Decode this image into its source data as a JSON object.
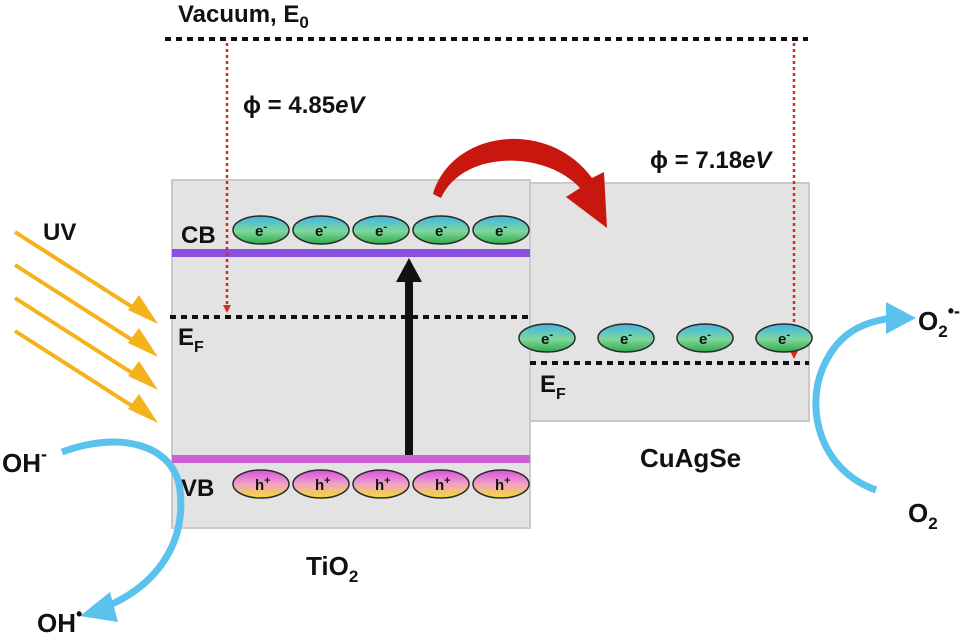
{
  "vacuum": {
    "label": "Vacuum, E",
    "sub": "0"
  },
  "work_functions": {
    "tio2": {
      "prefix": "ϕ = 4.85",
      "unit": "eV"
    },
    "cuagse": {
      "prefix": "ϕ = 7.18",
      "unit": "eV"
    }
  },
  "tio2": {
    "name": "TiO",
    "name_sub": "2",
    "cb_label": "CB",
    "vb_label": "VB",
    "fermi": {
      "label": "E",
      "sub": "F"
    },
    "electron": {
      "base": "e",
      "sup": "-"
    },
    "hole": {
      "base": "h",
      "sup": "+"
    },
    "electron_count": 5,
    "hole_count": 5
  },
  "cuagse": {
    "name": "CuAgSe",
    "fermi": {
      "label": "E",
      "sub": "F"
    },
    "electron_count": 4
  },
  "uv_label": "UV",
  "oxidation": {
    "reactant": "OH",
    "reactant_sup": "-",
    "product": "OH",
    "product_sup": "•"
  },
  "reduction": {
    "reactant": "O",
    "reactant_sub": "2",
    "product": "O",
    "product_sub": "2",
    "product_sup": "•-"
  },
  "colors": {
    "panel": "#e2e3e2",
    "cb_band": "#8a4fe0",
    "vb_band": "#cf5fd6",
    "uv_arrow": "#f5b21a",
    "curve_arrow": "#5bc2ee",
    "transfer_arrow": "#c8170f",
    "vacuum_arrow": "#e0261e"
  }
}
